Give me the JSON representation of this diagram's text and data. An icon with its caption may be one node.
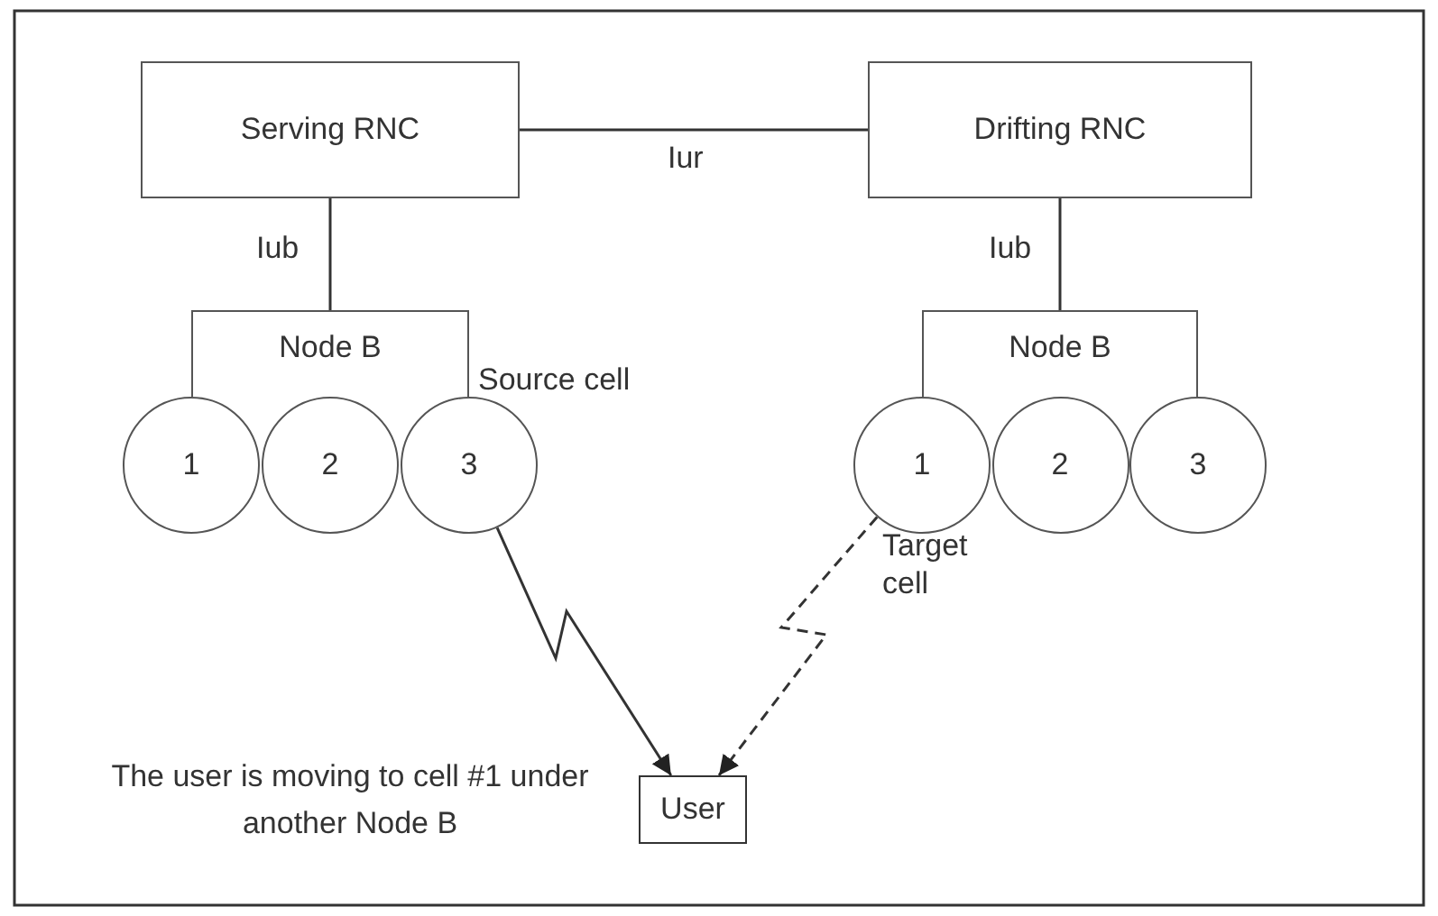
{
  "diagram": {
    "nodes": [
      {
        "text": [
          "Serving RNC"
        ]
      },
      {
        "text": [
          "Drifting RNC"
        ]
      },
      {
        "text": [
          "Node B"
        ]
      },
      {
        "text": [
          "1"
        ]
      },
      {
        "text": [
          "2"
        ]
      },
      {
        "text": [
          "3"
        ],
        "beside": [
          "Source cell"
        ]
      },
      {
        "text": [
          "Node B"
        ]
      },
      {
        "text": [
          "1"
        ],
        "beside": [
          "Target cell"
        ]
      },
      {
        "text": [
          "2"
        ]
      },
      {
        "text": [
          "3"
        ]
      },
      {
        "text": [
          "User"
        ]
      }
    ],
    "edges": [
      {
        "from": 0,
        "to": 1,
        "arrow": "none",
        "label": "Iur"
      },
      {
        "from": 0,
        "to": 2,
        "arrow": "none",
        "label": "Iub"
      },
      {
        "from": 1,
        "to": 6,
        "arrow": "none",
        "label": "Iub"
      },
      {
        "from": 5,
        "to": 10,
        "arrow": "to"
      },
      {
        "from": 7,
        "to": 10,
        "arrow": "to",
        "style": "dashed"
      }
    ],
    "labels": [
      "The user is moving to cell #1 under another Node B"
    ]
  }
}
